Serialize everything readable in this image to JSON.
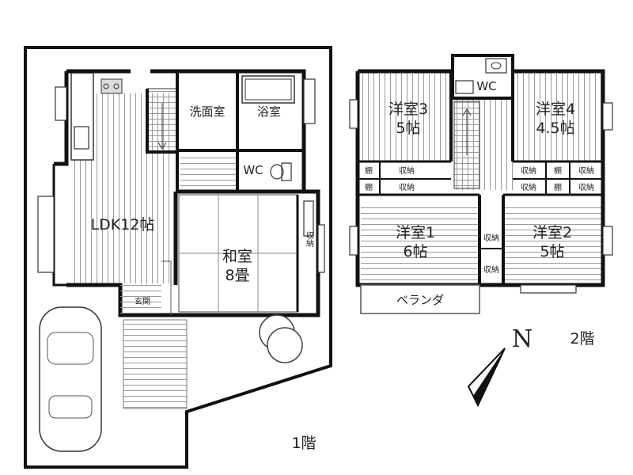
{
  "floor1": {
    "label": "1階",
    "rooms": {
      "ldk": "LDK12帖",
      "washroom": "洗面室",
      "bath": "浴室",
      "wc": "WC",
      "washitsu_name": "和室",
      "washitsu_size": "8畳",
      "storage": "収納",
      "entrance": "玄関"
    }
  },
  "floor2": {
    "label": "2階",
    "rooms": {
      "room3_name": "洋室3",
      "room3_size": "5帖",
      "room4_name": "洋室4",
      "room4_size": "4.5帖",
      "room1_name": "洋室1",
      "room1_size": "6帖",
      "room2_name": "洋室2",
      "room2_size": "5帖",
      "wc": "WC",
      "shelf": "棚",
      "storage": "収納",
      "veranda": "ベランダ"
    }
  },
  "compass": {
    "label": "N"
  }
}
